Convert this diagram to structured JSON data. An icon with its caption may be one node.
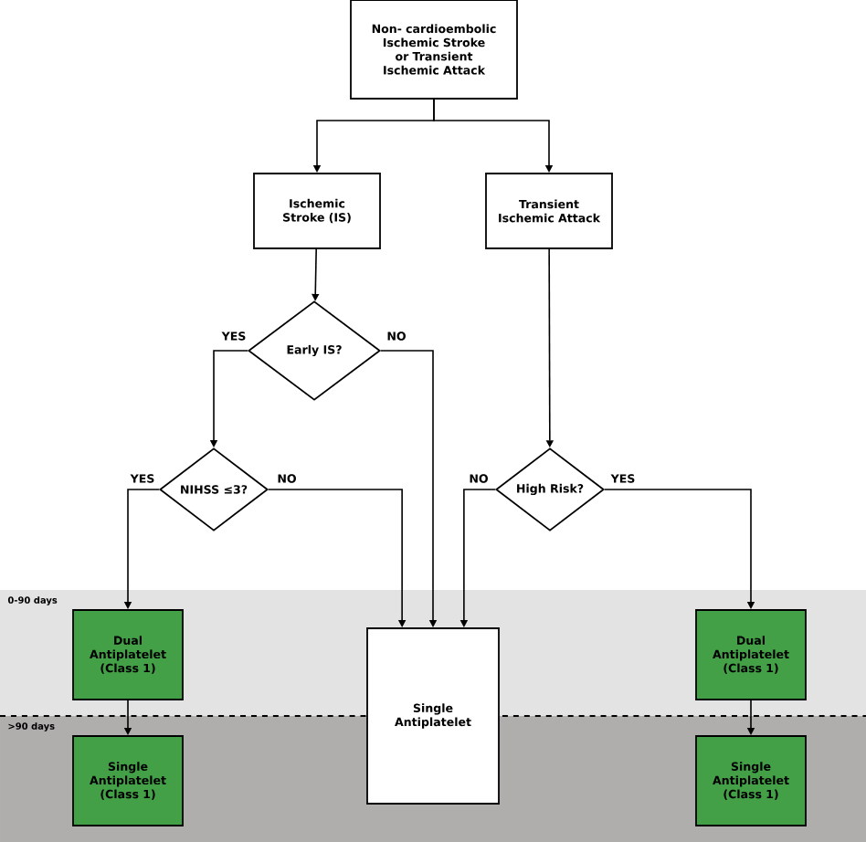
{
  "diagram": {
    "nodes": [
      {
        "text": [
          "Non- cardioembolic Ischemic Stroke or Transient Ischemic Attack"
        ]
      },
      {
        "text": [
          "Ischemic Stroke (IS)"
        ]
      },
      {
        "text": [
          "Transient Ischemic Attack"
        ]
      },
      {
        "text": [
          "Early IS?"
        ]
      },
      {
        "text": [
          "NIHSS ≤3?"
        ]
      },
      {
        "text": [
          "High Risk?"
        ]
      },
      {
        "text": [
          "Dual Antiplatelet (Class 1)"
        ]
      },
      {
        "text": [
          "Single Antiplatelet (Class 1)"
        ]
      },
      {
        "text": [
          "Single Antiplatelet"
        ]
      },
      {
        "text": [
          "Dual Antiplatelet (Class 1)"
        ]
      },
      {
        "text": [
          "Single Antiplatelet (Class 1)"
        ]
      }
    ],
    "edges": [
      {
        "from": 0,
        "to": 1,
        "arrow": "to"
      },
      {
        "from": 0,
        "to": 2,
        "arrow": "to"
      },
      {
        "from": 1,
        "to": 3,
        "arrow": "to"
      },
      {
        "from": 3,
        "to": 4,
        "arrow": "to",
        "label": "YES"
      },
      {
        "from": 3,
        "to": 8,
        "arrow": "to",
        "label": "NO"
      },
      {
        "from": 2,
        "to": 5,
        "arrow": "to"
      },
      {
        "from": 4,
        "to": 6,
        "arrow": "to",
        "label": "YES"
      },
      {
        "from": 4,
        "to": 8,
        "arrow": "to",
        "label": "NO"
      },
      {
        "from": 5,
        "to": 8,
        "arrow": "to",
        "label": "NO"
      },
      {
        "from": 5,
        "to": 9,
        "arrow": "to",
        "label": "YES"
      },
      {
        "from": 6,
        "to": 7,
        "arrow": "to"
      },
      {
        "from": 9,
        "to": 10,
        "arrow": "to"
      }
    ],
    "labels": [
      "0-90 days",
      ">90 days"
    ]
  }
}
